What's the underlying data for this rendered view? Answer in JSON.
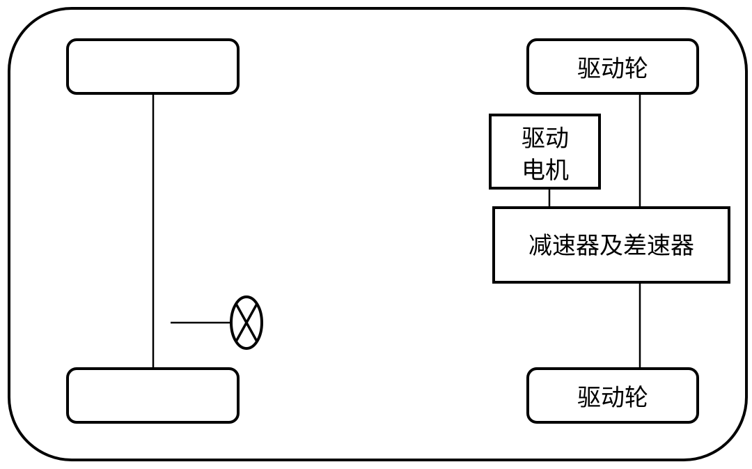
{
  "diagram": {
    "drive_wheel_top": "驱动轮",
    "drive_wheel_bottom": "驱动轮",
    "drive_motor_line1": "驱动",
    "drive_motor_line2": "电机",
    "reducer_differential": "减速器及差速器"
  },
  "colors": {
    "stroke": "#000000",
    "background": "#ffffff"
  }
}
